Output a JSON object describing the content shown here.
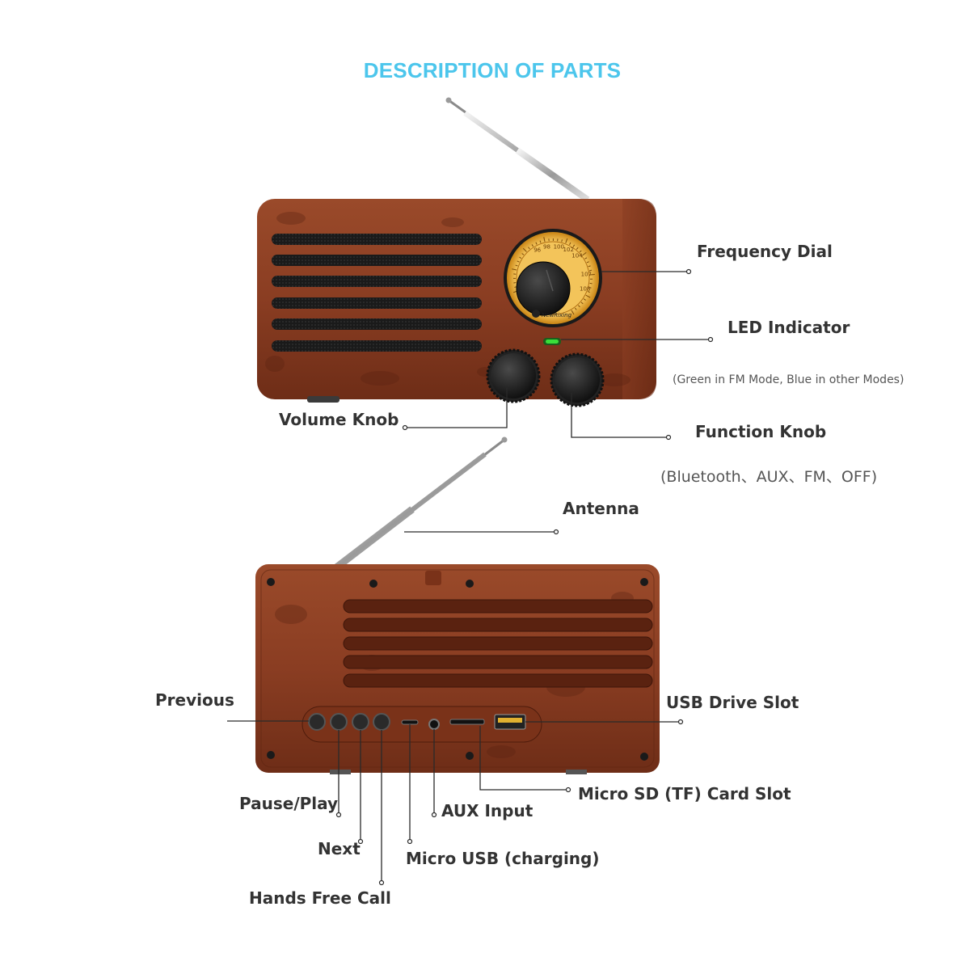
{
  "title": "DESCRIPTION OF PARTS",
  "brand": "NewRixing",
  "dial_numbers": [
    "96",
    "98",
    "100",
    "102",
    "104",
    "107",
    "108"
  ],
  "colors": {
    "title": "#4cc6ec",
    "label": "#333333",
    "wood": "#8a3e22",
    "dial_gold": "#e9a528",
    "led_green": "#39e03a"
  },
  "front_labels": {
    "frequency_dial": "Frequency Dial",
    "led_indicator": "LED Indicator",
    "led_note": "(Green in FM Mode, Blue in other Modes)",
    "volume_knob": "Volume Knob",
    "function_knob": "Function Knob",
    "function_modes": "(Bluetooth、AUX、FM、OFF)",
    "antenna": "Antenna"
  },
  "back_labels": {
    "previous": "Previous",
    "usb_drive_slot": "USB Drive Slot",
    "micro_sd_slot": "Micro SD (TF) Card Slot",
    "pause_play": "Pause/Play",
    "aux_input": "AUX Input",
    "next": "Next",
    "micro_usb": "Micro USB (charging)",
    "hands_free_call": "Hands Free Call"
  }
}
